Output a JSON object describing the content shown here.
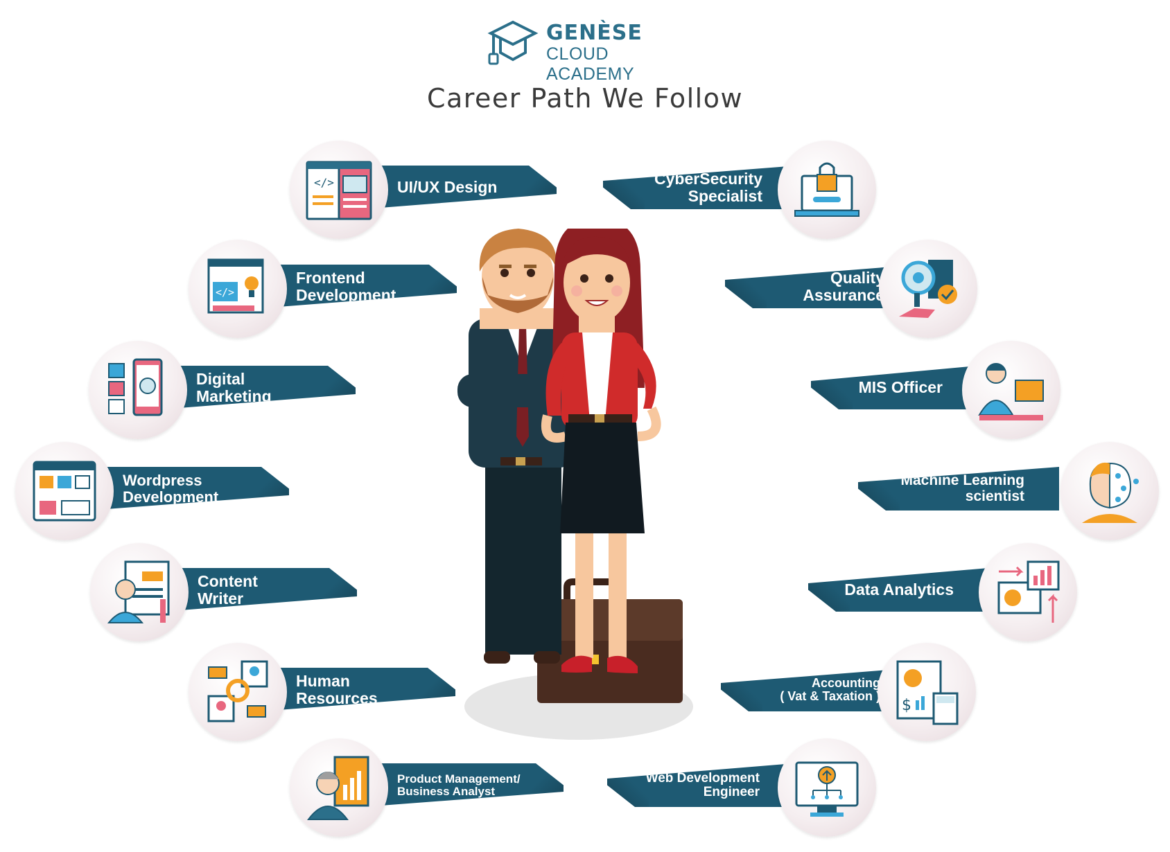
{
  "logo": {
    "brand": "GENÈSE",
    "academy": "CLOUD ACADEMY"
  },
  "title": "Career Path We Follow",
  "careers_left": [
    {
      "lines": [
        "UI/UX Design"
      ],
      "icon": "uiux-design-icon"
    },
    {
      "lines": [
        "Frontend",
        "Development"
      ],
      "icon": "frontend-development-icon"
    },
    {
      "lines": [
        "Digital",
        "Marketing"
      ],
      "icon": "digital-marketing-icon"
    },
    {
      "lines": [
        "Wordpress",
        "Development"
      ],
      "icon": "wordpress-icon"
    },
    {
      "lines": [
        "Content",
        "Writer"
      ],
      "icon": "content-writer-icon"
    },
    {
      "lines": [
        "Human",
        "Resources"
      ],
      "icon": "human-resources-icon"
    },
    {
      "lines": [
        "Product Management/",
        "Business Analyst"
      ],
      "icon": "product-management-icon"
    }
  ],
  "careers_right": [
    {
      "lines": [
        "CyberSecurity",
        "Specialist"
      ],
      "icon": "cybersecurity-icon"
    },
    {
      "lines": [
        "Quality",
        "Assurance"
      ],
      "icon": "quality-assurance-icon"
    },
    {
      "lines": [
        "MIS Officer"
      ],
      "icon": "mis-officer-icon"
    },
    {
      "lines": [
        "Machine Learning",
        "scientist"
      ],
      "icon": "machine-learning-icon"
    },
    {
      "lines": [
        "Data Analytics"
      ],
      "icon": "data-analytics-icon"
    },
    {
      "lines": [
        "Accounting",
        "( Vat & Taxation )"
      ],
      "icon": "accounting-icon"
    },
    {
      "lines": [
        "Web Development",
        "Engineer"
      ],
      "icon": "web-development-icon"
    }
  ],
  "colors": {
    "ribbon": "#1e5a73",
    "accent": "#f4a024",
    "pink": "#e8677f",
    "blue": "#2b6f8a"
  }
}
